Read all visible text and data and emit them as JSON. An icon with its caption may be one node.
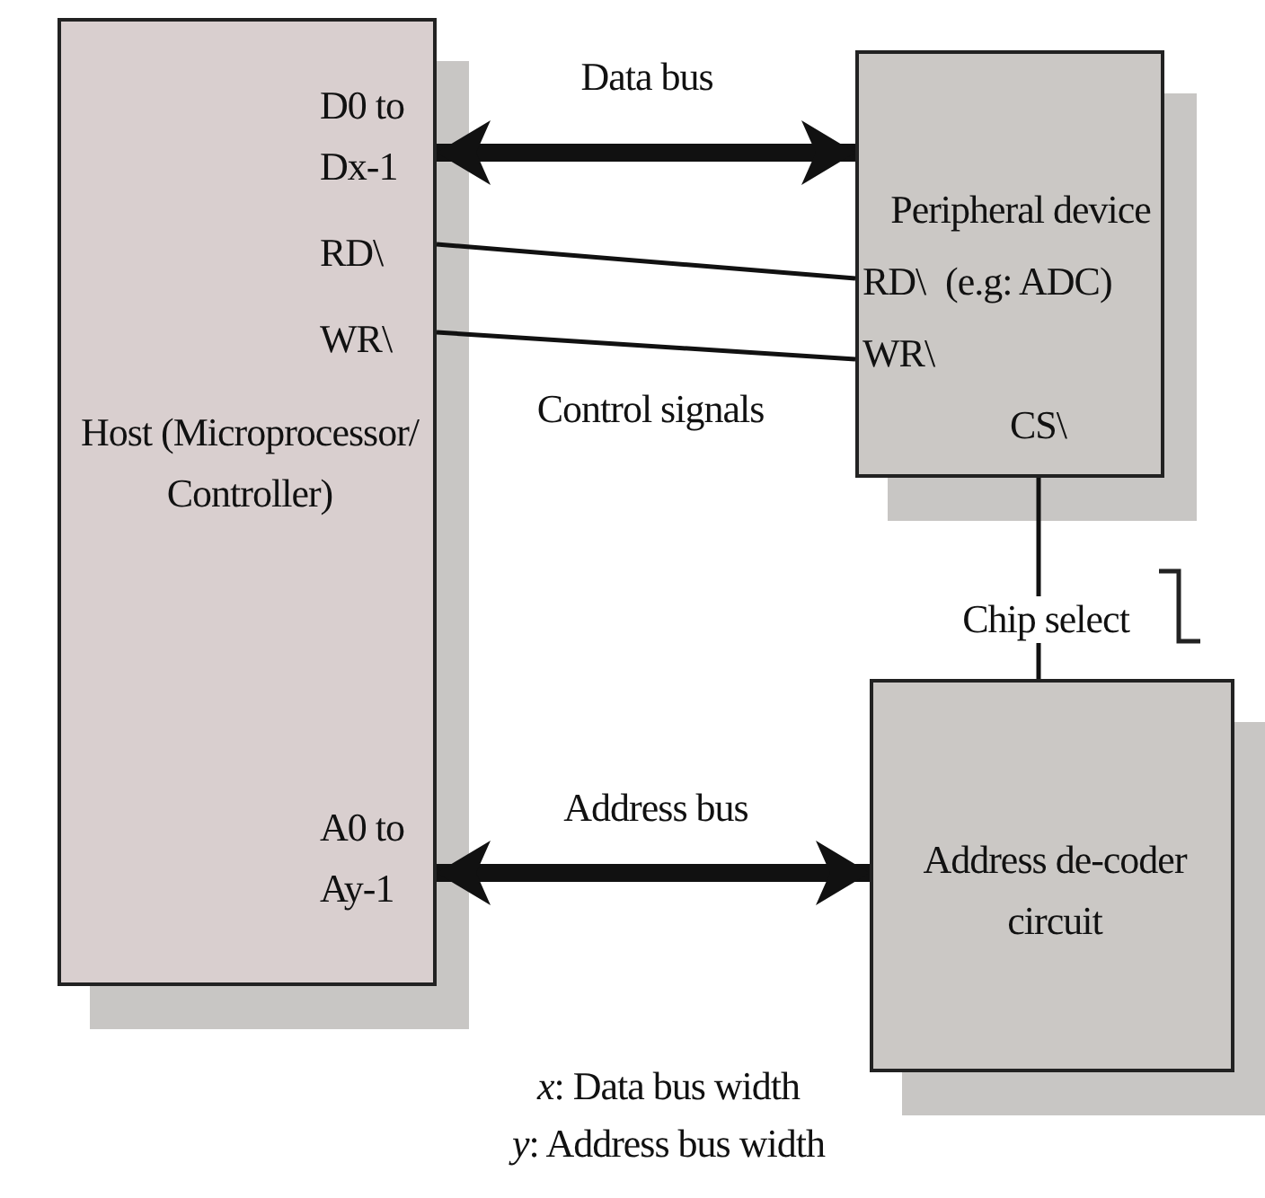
{
  "diagram": {
    "nodes": [
      {
        "text": [
          "D0 to Dx-1",
          "RD\\",
          "WR\\",
          "Host (Microprocessor/ Controller)",
          "A0 to Ay-1"
        ]
      },
      {
        "text": [
          "Peripheral device",
          "RD\\",
          "(e.g: ADC)",
          "WR\\",
          "CS\\"
        ]
      },
      {
        "text": [
          "Address de-coder circuit"
        ]
      }
    ],
    "edges": [
      {
        "from": 0,
        "to": 1,
        "arrow": "both",
        "label": "Data bus",
        "style": "thick"
      },
      {
        "from": 0,
        "to": 1,
        "arrow": "none"
      },
      {
        "from": 0,
        "to": 1,
        "arrow": "none",
        "label": "Control signals"
      },
      {
        "from": 1,
        "to": 2,
        "arrow": "none",
        "label": "Chip select"
      },
      {
        "from": 0,
        "to": 2,
        "arrow": "both",
        "label": "Address bus",
        "style": "thick"
      }
    ],
    "labels": [
      "*x*: Data bus width",
      "*y*: Address bus width"
    ]
  }
}
